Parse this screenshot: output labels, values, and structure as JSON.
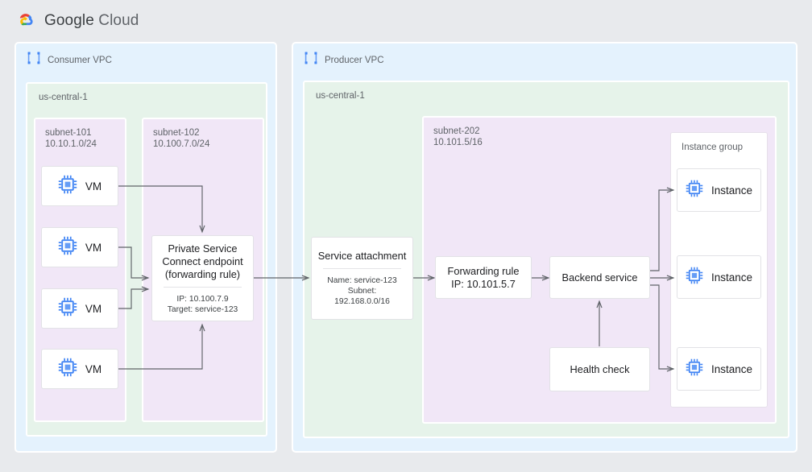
{
  "header": {
    "brand_primary": "Google",
    "brand_secondary": "Cloud",
    "logo_icon": "google-cloud-logo"
  },
  "palette": {
    "page_background": "#e8eaed",
    "vpc_background": "#e4f2fd",
    "region_background": "#e6f3ea",
    "subnet_background": "#f1e7f7",
    "node_background": "#ffffff",
    "connector": "#5f6368",
    "icon_blue": "#4285f4"
  },
  "consumer": {
    "vpc_label": "Consumer VPC",
    "vpc_icon": "vpc-network-icon",
    "region_label": "us-central-1",
    "subnets": [
      {
        "name": "subnet-101",
        "cidr": "10.10.1.0/24"
      },
      {
        "name": "subnet-102",
        "cidr": "10.100.7.0/24"
      }
    ],
    "vms": [
      {
        "label": "VM",
        "icon": "vm-instance-icon"
      },
      {
        "label": "VM",
        "icon": "vm-instance-icon"
      },
      {
        "label": "VM",
        "icon": "vm-instance-icon"
      },
      {
        "label": "VM",
        "icon": "vm-instance-icon"
      }
    ],
    "psc_endpoint": {
      "title": "Private Service\nConnect endpoint\n(forwarding rule)",
      "details": "IP: 10.100.7.9\nTarget: service-123"
    }
  },
  "producer": {
    "vpc_label": "Producer VPC",
    "vpc_icon": "vpc-network-icon",
    "region_label": "us-central-1",
    "service_attachment": {
      "title": "Service attachment",
      "details": "Name: service-123\nSubnet:\n192.168.0.0/16"
    },
    "subnet": {
      "name": "subnet-202",
      "cidr": "10.101.5/16"
    },
    "forwarding_rule": {
      "title": "Forwarding rule\nIP: 10.101.5.7"
    },
    "backend_service": {
      "title": "Backend service"
    },
    "health_check": {
      "title": "Health check"
    },
    "instance_group": {
      "label": "Instance group",
      "instances": [
        {
          "label": "Instance",
          "icon": "vm-instance-icon"
        },
        {
          "label": "Instance",
          "icon": "vm-instance-icon"
        },
        {
          "label": "Instance",
          "icon": "vm-instance-icon"
        }
      ]
    }
  }
}
